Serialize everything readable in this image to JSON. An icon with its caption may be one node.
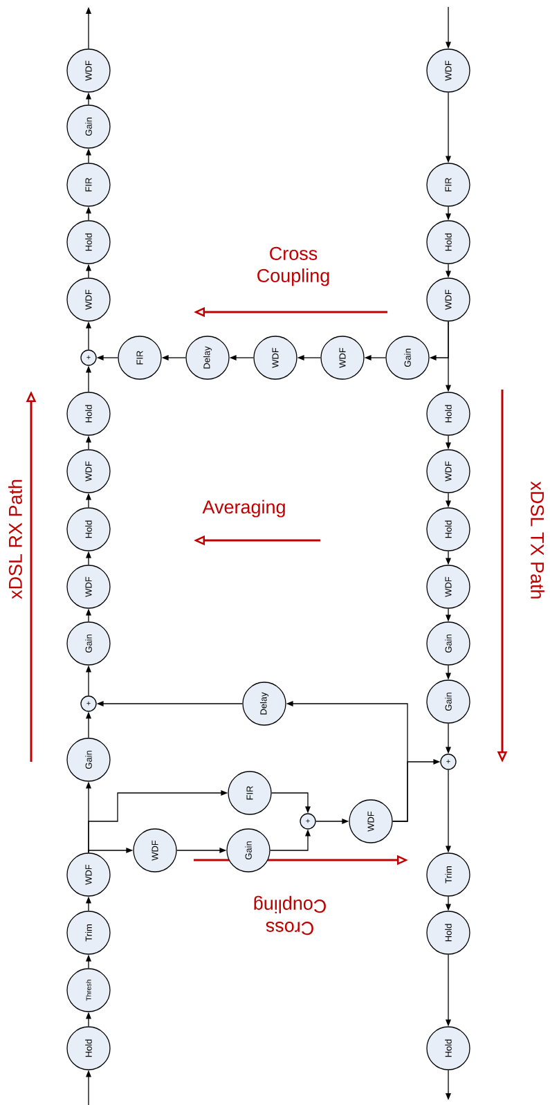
{
  "diagram": {
    "nodes": [
      {
        "text": [
          "WDF"
        ]
      },
      {
        "text": [
          "Gain"
        ]
      },
      {
        "text": [
          "FIR"
        ]
      },
      {
        "text": [
          "Hold"
        ]
      },
      {
        "text": [
          "WDF"
        ]
      },
      {
        "text": [
          "+"
        ]
      },
      {
        "text": [
          "Hold"
        ]
      },
      {
        "text": [
          "WDF"
        ]
      },
      {
        "text": [
          "Hold"
        ]
      },
      {
        "text": [
          "WDF"
        ]
      },
      {
        "text": [
          "Gain"
        ]
      },
      {
        "text": [
          "+"
        ]
      },
      {
        "text": [
          "Gain"
        ]
      },
      {
        "text": [
          "WDF"
        ]
      },
      {
        "text": [
          "Trim"
        ]
      },
      {
        "text": [
          "Thresh"
        ]
      },
      {
        "text": [
          "Hold"
        ]
      },
      {
        "text": [
          "FIR"
        ]
      },
      {
        "text": [
          "Delay"
        ]
      },
      {
        "text": [
          "WDF"
        ]
      },
      {
        "text": [
          "WDF"
        ]
      },
      {
        "text": [
          "Gain"
        ]
      },
      {
        "text": [
          "Delay"
        ]
      },
      {
        "text": [
          "FIR"
        ]
      },
      {
        "text": [
          "+"
        ]
      },
      {
        "text": [
          "WDF"
        ]
      },
      {
        "text": [
          "WDF"
        ]
      },
      {
        "text": [
          "Gain"
        ]
      },
      {
        "text": [
          "WDF"
        ]
      },
      {
        "text": [
          "FIR"
        ]
      },
      {
        "text": [
          "Hold"
        ]
      },
      {
        "text": [
          "WDF"
        ]
      },
      {
        "text": [
          "Hold"
        ]
      },
      {
        "text": [
          "WDF"
        ]
      },
      {
        "text": [
          "Hold"
        ]
      },
      {
        "text": [
          "WDF"
        ]
      },
      {
        "text": [
          "Gain"
        ]
      },
      {
        "text": [
          "Gain"
        ]
      },
      {
        "text": [
          "+"
        ]
      },
      {
        "text": [
          "Trim"
        ]
      },
      {
        "text": [
          "Hold"
        ]
      },
      {
        "text": [
          "Hold"
        ]
      }
    ],
    "edges": [
      {
        "from": null,
        "to": 16,
        "arrow": "to"
      },
      {
        "from": 16,
        "to": 15,
        "arrow": "to"
      },
      {
        "from": 15,
        "to": 14,
        "arrow": "to"
      },
      {
        "from": 14,
        "to": 13,
        "arrow": "to"
      },
      {
        "from": 13,
        "to": 12,
        "arrow": "to"
      },
      {
        "from": 13,
        "to": 23,
        "arrow": "to"
      },
      {
        "from": 13,
        "to": 26,
        "arrow": "to"
      },
      {
        "from": 12,
        "to": 11,
        "arrow": "to"
      },
      {
        "from": 22,
        "to": 11,
        "arrow": "to"
      },
      {
        "from": 11,
        "to": 10,
        "arrow": "to"
      },
      {
        "from": 10,
        "to": 9,
        "arrow": "to"
      },
      {
        "from": 9,
        "to": 8,
        "arrow": "to"
      },
      {
        "from": 8,
        "to": 7,
        "arrow": "to"
      },
      {
        "from": 7,
        "to": 6,
        "arrow": "to"
      },
      {
        "from": 6,
        "to": 5,
        "arrow": "to"
      },
      {
        "from": 17,
        "to": 5,
        "arrow": "to"
      },
      {
        "from": 5,
        "to": 4,
        "arrow": "to"
      },
      {
        "from": 4,
        "to": 3,
        "arrow": "to"
      },
      {
        "from": 3,
        "to": 2,
        "arrow": "to"
      },
      {
        "from": 2,
        "to": 1,
        "arrow": "to"
      },
      {
        "from": 1,
        "to": 0,
        "arrow": "to"
      },
      {
        "from": 0,
        "to": null,
        "arrow": "to"
      },
      {
        "from": 31,
        "to": 21,
        "arrow": "to"
      },
      {
        "from": 21,
        "to": 20,
        "arrow": "to"
      },
      {
        "from": 20,
        "to": 19,
        "arrow": "to"
      },
      {
        "from": 19,
        "to": 18,
        "arrow": "to"
      },
      {
        "from": 18,
        "to": 17,
        "arrow": "to"
      },
      {
        "from": 23,
        "to": 24,
        "arrow": "to"
      },
      {
        "from": 26,
        "to": 27,
        "arrow": "to"
      },
      {
        "from": 27,
        "to": 24,
        "arrow": "to"
      },
      {
        "from": 24,
        "to": 25,
        "arrow": "to"
      },
      {
        "from": 25,
        "to": 22,
        "arrow": "to"
      },
      {
        "from": 25,
        "to": 38,
        "arrow": "to"
      },
      {
        "from": null,
        "to": 28,
        "arrow": "to"
      },
      {
        "from": 28,
        "to": 29,
        "arrow": "to"
      },
      {
        "from": 29,
        "to": 30,
        "arrow": "to"
      },
      {
        "from": 30,
        "to": 31,
        "arrow": "to"
      },
      {
        "from": 31,
        "to": 32,
        "arrow": "to"
      },
      {
        "from": 32,
        "to": 33,
        "arrow": "to"
      },
      {
        "from": 33,
        "to": 34,
        "arrow": "to"
      },
      {
        "from": 34,
        "to": 35,
        "arrow": "to"
      },
      {
        "from": 35,
        "to": 36,
        "arrow": "to"
      },
      {
        "from": 36,
        "to": 37,
        "arrow": "to"
      },
      {
        "from": 37,
        "to": 38,
        "arrow": "to"
      },
      {
        "from": 38,
        "to": 39,
        "arrow": "to"
      },
      {
        "from": 39,
        "to": 40,
        "arrow": "to"
      },
      {
        "from": 40,
        "to": 41,
        "arrow": "to"
      },
      {
        "from": 41,
        "to": null,
        "arrow": "to"
      }
    ],
    "labels": [
      "Cross Coupling",
      "Averaging",
      "Cross Coupling",
      "xDSL RX Path",
      "xDSL TX Path"
    ]
  }
}
